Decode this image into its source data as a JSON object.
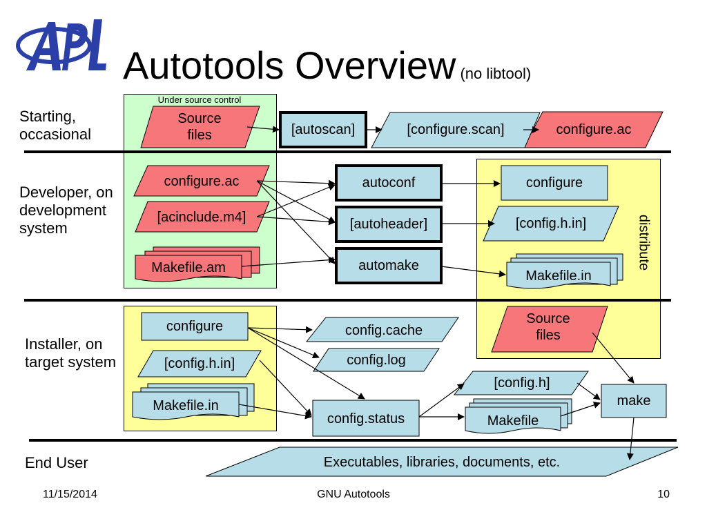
{
  "title": "Autotools Overview",
  "title_note": "(no libtool)",
  "region_under_source_control": "Under source control",
  "distribute_label": "distribute",
  "row_labels": {
    "starting": "Starting, occasional",
    "developer": "Developer, on development system",
    "installer": "Installer, on target system",
    "end_user": "End User"
  },
  "nodes": {
    "source_files_top": "Source files",
    "autoscan": "[autoscan]",
    "configure_scan": "[configure.scan]",
    "configure_ac_top": "configure.ac",
    "configure_ac_dev": "configure.ac",
    "acinclude": "[acinclude.m4]",
    "makefile_am": "Makefile.am",
    "autoconf": "autoconf",
    "autoheader": "[autoheader]",
    "automake": "automake",
    "configure_dist": "configure",
    "config_h_in_dist": "[config.h.in]",
    "makefile_in_dist": "Makefile.in",
    "source_files_dist": "Source files",
    "configure_inst": "configure",
    "config_h_in_inst": "[config.h.in]",
    "makefile_in_inst": "Makefile.in",
    "config_cache": "config.cache",
    "config_log": "config.log",
    "config_status": "config.status",
    "config_h": "[config.h]",
    "makefile": "Makefile",
    "make": "make",
    "executables": "Executables, libraries, documents, etc."
  },
  "footer": {
    "date": "11/15/2014",
    "center": "GNU Autotools",
    "page": "10"
  },
  "colors": {
    "pink": "#f7767a",
    "light_blue": "#b7dde8",
    "light_green": "#ccffcc",
    "light_yellow": "#ffff99",
    "logo_blue": "#2a3fa8"
  }
}
